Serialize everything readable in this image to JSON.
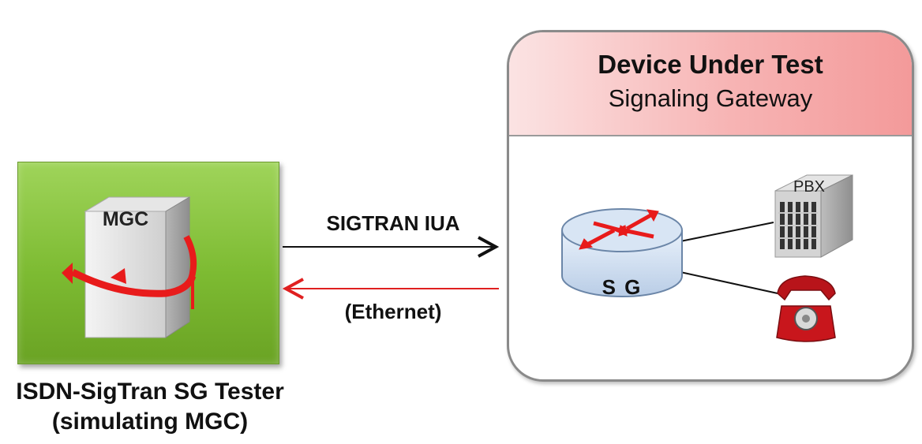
{
  "tester": {
    "server_label": "MGC",
    "caption_line1": "ISDN-SigTran SG Tester",
    "caption_line2": "(simulating MGC)"
  },
  "link": {
    "protocol_label": "SIGTRAN IUA",
    "transport_label": "(Ethernet)"
  },
  "dut": {
    "title": "Device Under Test",
    "subtitle": "Signaling Gateway",
    "gateway_label": "S G",
    "pbx_label": "PBX"
  },
  "colors": {
    "tester_green": "#7dbb32",
    "header_pink": "#f7b4b4",
    "return_arrow_red": "#e02020",
    "forward_arrow": "#111111"
  }
}
